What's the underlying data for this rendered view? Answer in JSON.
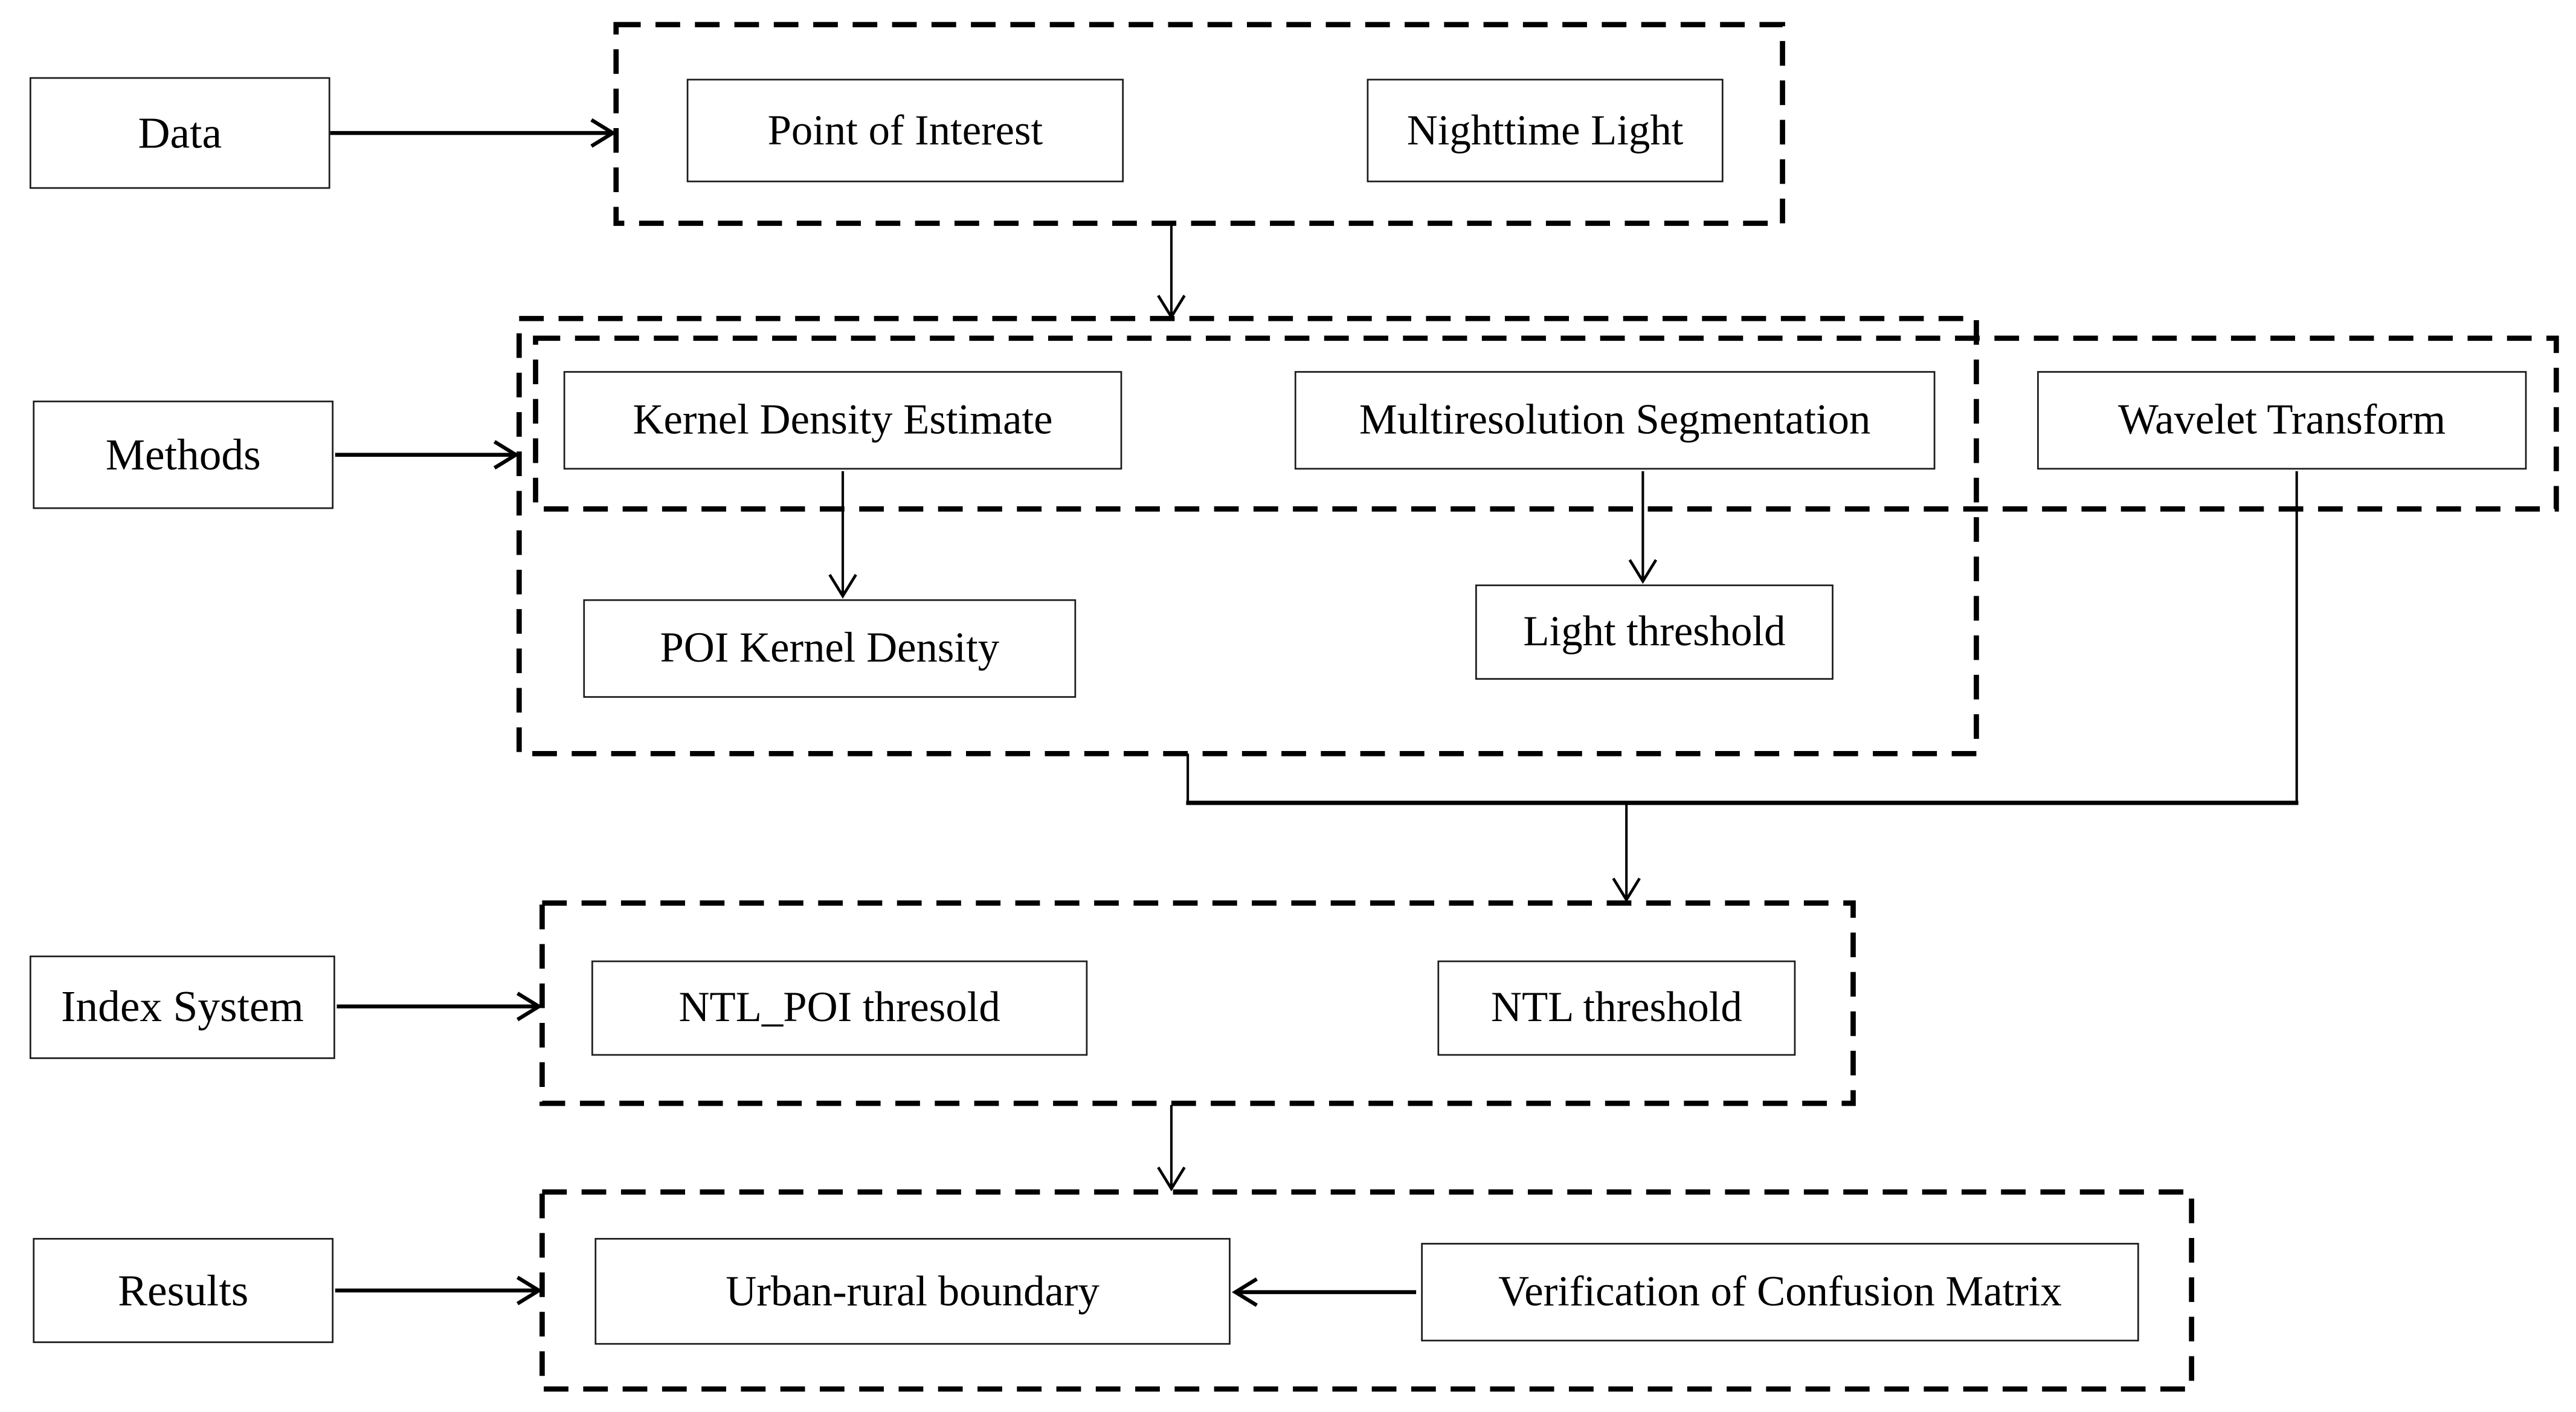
{
  "flowchart": {
    "row_labels": {
      "data": "Data",
      "methods": "Methods",
      "index_system": "Index System",
      "results": "Results"
    },
    "data_group": {
      "point_of_interest": "Point of Interest",
      "nighttime_light": "Nighttime Light"
    },
    "methods_group": {
      "kernel_density_estimate": "Kernel Density Estimate",
      "multiresolution_segmentation": "Multiresolution Segmentation",
      "wavelet_transform": "Wavelet Transform",
      "poi_kernel_density": "POI Kernel Density",
      "light_threshold": "Light threshold"
    },
    "index_group": {
      "ntl_poi_thresold": "NTL_POI thresold",
      "ntl_threshold": "NTL threshold"
    },
    "results_group": {
      "urban_rural_boundary": "Urban-rural boundary",
      "verification": "Verification of Confusion Matrix"
    },
    "colors": {
      "line": "#000000",
      "box_border": "#1c1c1c",
      "background": "#ffffff"
    }
  }
}
